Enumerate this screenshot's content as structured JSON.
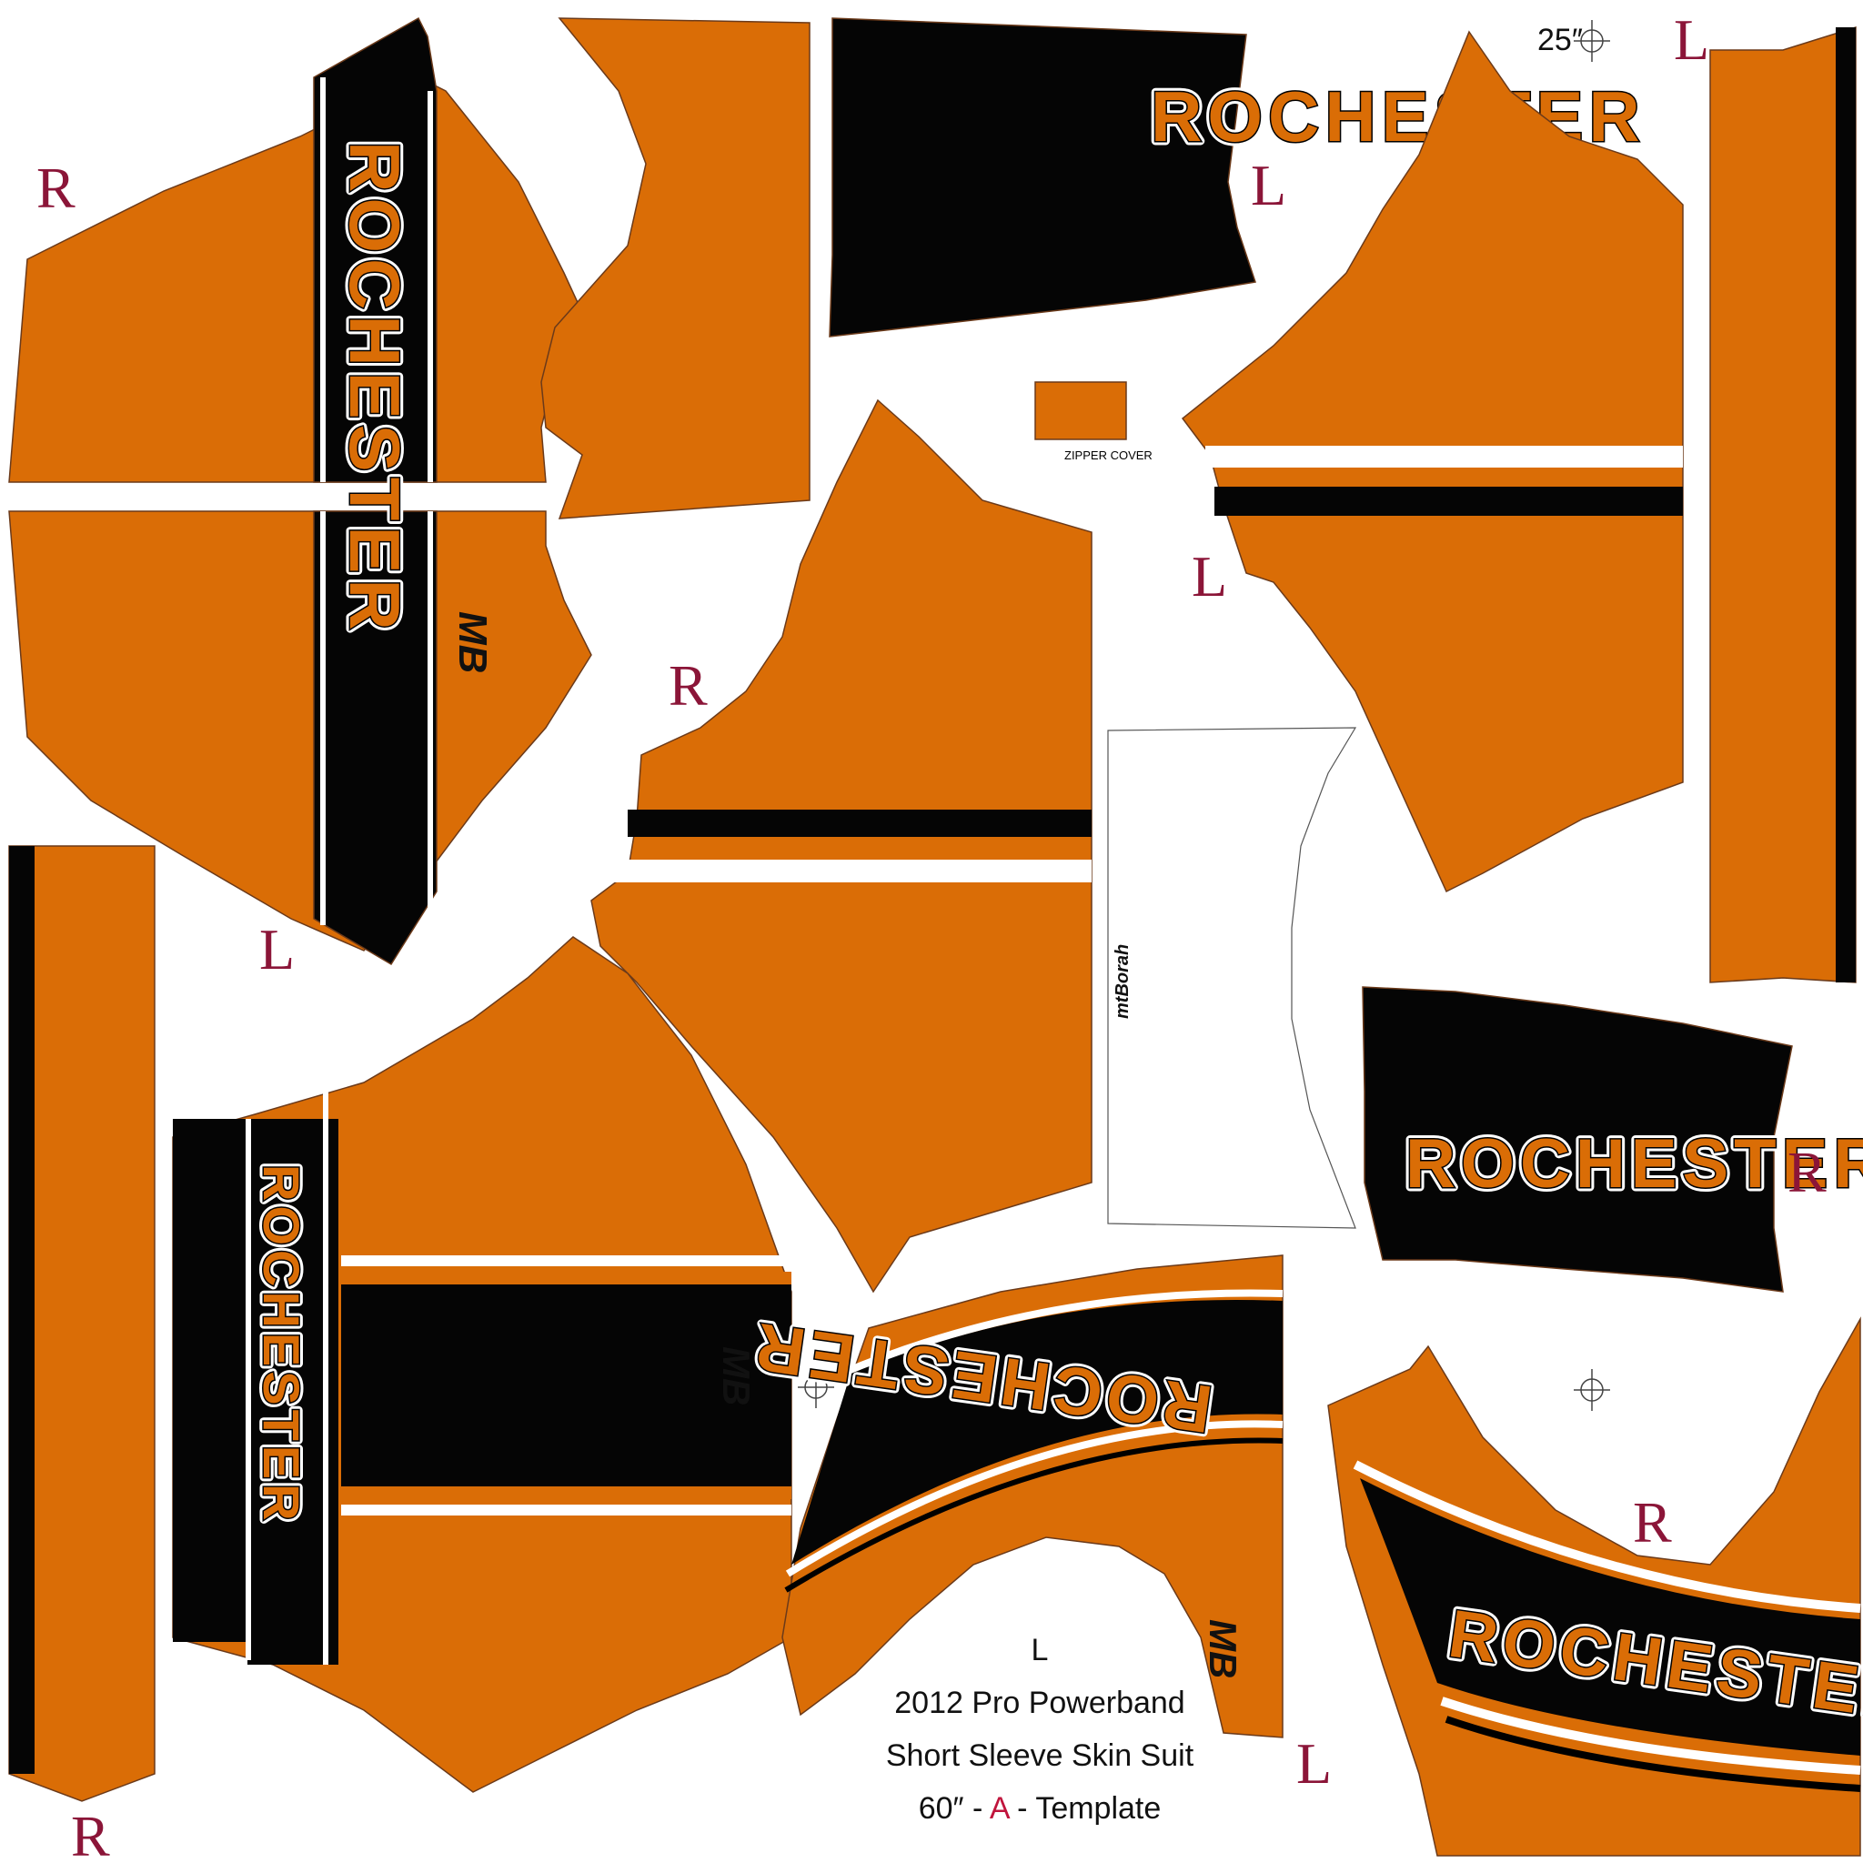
{
  "colors": {
    "orange": "#da6d06",
    "black": "#050505",
    "mark": "#8b1538",
    "white": "#ffffff"
  },
  "brand_word": "ROCHESTER",
  "logo_text": "MB",
  "marks": {
    "right": "R",
    "left": "L"
  },
  "top_dimension": "25″",
  "zipper_cover_label": "ZIPPER COVER",
  "chamois_label": "mtBorah",
  "caption": {
    "side": "L",
    "line1": "2012 Pro Powerband",
    "line2": "Short Sleeve Skin Suit",
    "line3_size": "60″",
    "line3_sep1": " - ",
    "line3_variant": "A",
    "line3_sep2": " - ",
    "line3_end": "Template"
  }
}
